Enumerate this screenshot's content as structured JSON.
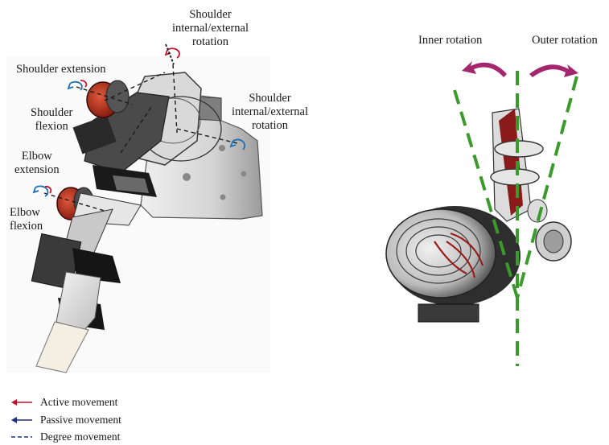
{
  "left_labels": {
    "shoulder_int_ext_top": [
      "Shoulder",
      "internal/external",
      "rotation"
    ],
    "shoulder_extension": "Shoulder extension",
    "shoulder_flexion": [
      "Shoulder",
      "flexion"
    ],
    "shoulder_int_ext_right": [
      "Shoulder",
      "internal/external",
      "rotation"
    ],
    "elbow_extension": [
      "Elbow",
      "extension"
    ],
    "elbow_flexion": [
      "Elbow",
      "flexion"
    ]
  },
  "right_labels": {
    "inner_rotation": "Inner rotation",
    "outer_rotation": "Outer rotation"
  },
  "legend": [
    {
      "label": "Active movement",
      "color": "#c8102e",
      "style": "arrow"
    },
    {
      "label": "Passive movement",
      "color": "#1f2e7a",
      "style": "arrow"
    },
    {
      "label": "Degree movement",
      "color": "#1f2e7a",
      "style": "dashed"
    }
  ],
  "colors": {
    "active": "#c8102e",
    "passive": "#1f6fb5",
    "rotation_arrow": "#a3266f",
    "axis_green": "#3a9a2a",
    "motor_red": "#c0301e"
  }
}
